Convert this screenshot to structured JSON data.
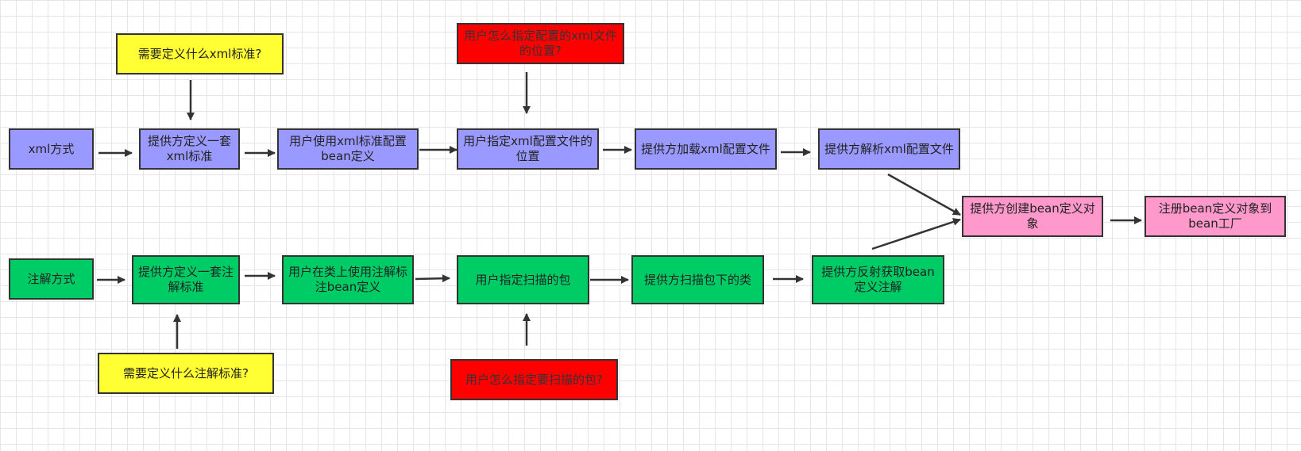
{
  "colors": {
    "xml_flow": "#9999ff",
    "annotation_flow": "#00cc66",
    "result": "#ff99cc",
    "question": "#ffff33",
    "alert_question": "#ff0000",
    "border": "#333333"
  },
  "xml_flow": {
    "start": "xml方式",
    "step1": "提供方定义一套xml标准",
    "step2": "用户使用xml标准配置bean定义",
    "step3": "用户指定xml配置文件的位置",
    "step4": "提供方加载xml配置文件",
    "step5": "提供方解析xml配置文件",
    "question1": "需要定义什么xml标准?",
    "question2": "用户怎么指定配置的xml文件的位置?"
  },
  "annotation_flow": {
    "start": "注解方式",
    "step1": "提供方定义一套注解标准",
    "step2": "用户在类上使用注解标注bean定义",
    "step3": "用户指定扫描的包",
    "step4": "提供方扫描包下的类",
    "step5": "提供方反射获取bean定义注解",
    "question1": "需要定义什么注解标准?",
    "question2": "用户怎么指定要扫描的包?"
  },
  "result": {
    "create": "提供方创建bean定义对象",
    "register": "注册bean定义对象到bean工厂"
  }
}
